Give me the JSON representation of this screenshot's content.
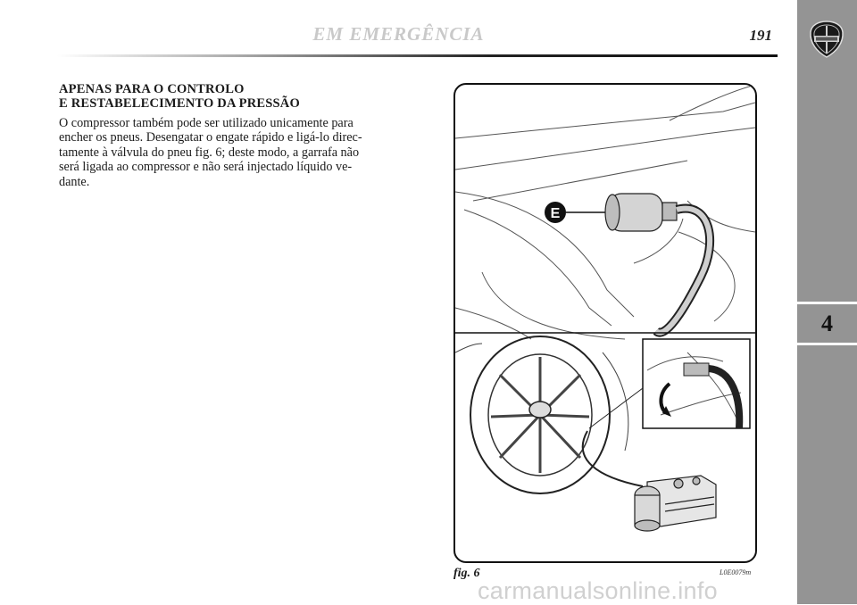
{
  "header": {
    "section_title": "EM EMERGÊNCIA",
    "page_number": "191"
  },
  "side_tab": {
    "chapter_number": "4"
  },
  "section": {
    "heading_lines": [
      "APENAS PARA O CONTROLO",
      "E RESTABELECIMENTO DA PRESSÃO"
    ],
    "body_lines": [
      "O compressor também pode ser utilizado unicamente para",
      "encher os pneus. Desengatar o engate rápido e ligá-lo direc-",
      "tamente à válvula do pneu fig. 6; deste modo, a garrafa não",
      "será ligada ao compressor e não será injectado líquido ve-",
      "dante."
    ]
  },
  "figure": {
    "callout_label": "E",
    "caption": "fig. 6",
    "code": "L0E0079m"
  },
  "watermark": "carmanualsonline.info",
  "colors": {
    "side_tab": "#949494",
    "header_title": "#c9c9c9"
  },
  "icons": {
    "brand_logo": "lancia-shield-logo"
  }
}
